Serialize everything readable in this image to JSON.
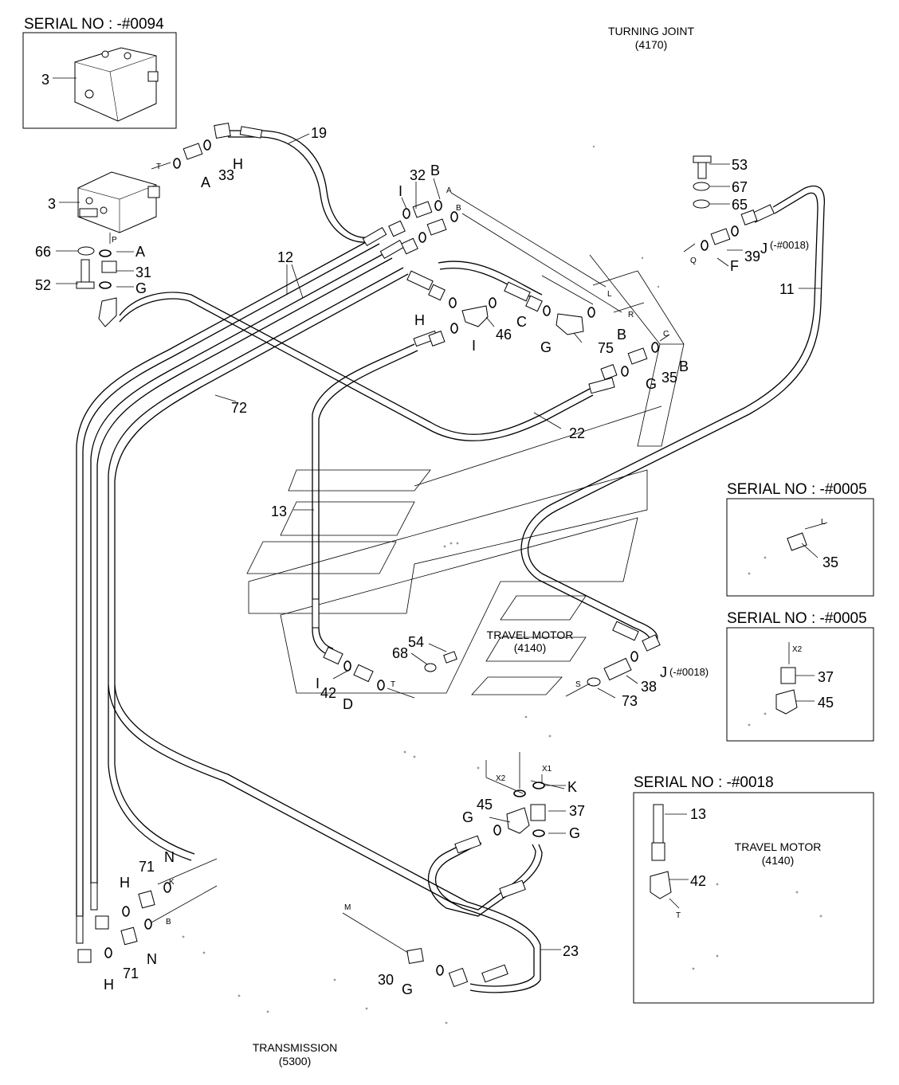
{
  "titles": {
    "serial_top": "SERIAL NO : -#0094",
    "serial_right1": "SERIAL NO : -#0005",
    "serial_right2": "SERIAL NO : -#0005",
    "serial_right3": "SERIAL NO : -#0018"
  },
  "captions": {
    "turning_joint": "TURNING JOINT",
    "turning_joint_code": "(4170)",
    "travel_motor": "TRAVEL MOTOR",
    "travel_motor_code": "(4140)",
    "travel_motor_inset": "TRAVEL MOTOR",
    "travel_motor_inset_code": "(4140)",
    "transmission": "TRANSMISSION",
    "transmission_code": "(5300)"
  },
  "labels": {
    "p3_inset": "3",
    "p3": "3",
    "p66": "66",
    "p52": "52",
    "p31": "31",
    "p12": "12",
    "p72": "72",
    "p13": "13",
    "p19": "19",
    "p33": "33",
    "p32": "32",
    "p46": "46",
    "p75": "75",
    "p35": "35",
    "p22": "22",
    "p53": "53",
    "p67": "67",
    "p65": "65",
    "p39": "39",
    "p11": "11",
    "p54": "54",
    "p68": "68",
    "p42": "42",
    "p38": "38",
    "p73": "73",
    "p45": "45",
    "p37": "37",
    "p71a": "71",
    "p71b": "71",
    "p30": "30",
    "p23": "23",
    "p35_inset": "35",
    "p37_inset": "37",
    "p45_inset": "45",
    "p13_inset": "13",
    "p42_inset": "42",
    "A1": "A",
    "A2": "A",
    "G1": "G",
    "H1": "H",
    "B1": "B",
    "I1": "I",
    "H2": "H",
    "C1": "C",
    "G2": "G",
    "I2": "I",
    "B2": "B",
    "G3": "G",
    "B3": "B",
    "J1": "J",
    "J1_note": "(-#0018)",
    "F1": "F",
    "I3": "I",
    "D1": "D",
    "J2": "J",
    "J2_note": "(-#0018)",
    "K1": "K",
    "G4": "G",
    "G5": "G",
    "N1": "N",
    "H3": "H",
    "N2": "N",
    "H4": "H",
    "G6": "G"
  },
  "ports": {
    "T1": "T",
    "P1": "P",
    "A": "A",
    "B": "B",
    "L": "L",
    "R": "R",
    "C": "C",
    "Q": "Q",
    "T2": "T",
    "S": "S",
    "X2": "X2",
    "X1": "X1",
    "K": "K",
    "B2": "B",
    "M": "M",
    "L_inset": "L",
    "X2_inset": "X2",
    "T_inset": "T"
  }
}
